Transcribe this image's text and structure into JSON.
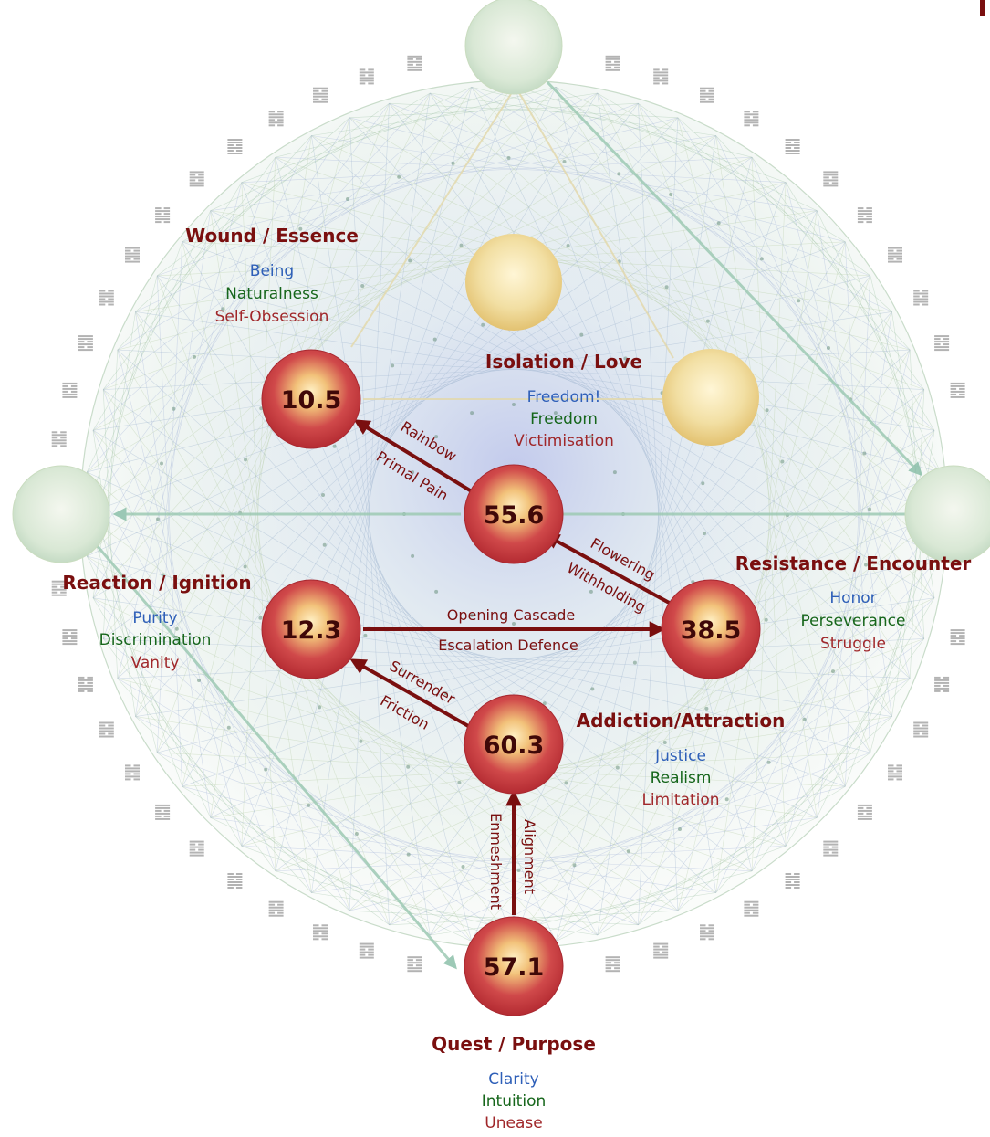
{
  "colors": {
    "title": "#7a0f0f",
    "quality_1": "#2e5fb8",
    "quality_2": "#16661b",
    "quality_3": "#a0272a",
    "node_fill": "#c73a3f",
    "arrow": "#7a0f0f"
  },
  "groups": {
    "wound": {
      "title": "Wound / Essence",
      "q1": "Being",
      "q2": "Naturalness",
      "q3": "Self-Obsession"
    },
    "isolation": {
      "title": "Isolation / Love",
      "q1": "Freedom!",
      "q2": "Freedom",
      "q3": "Victimisation"
    },
    "reaction": {
      "title": "Reaction / Ignition",
      "q1": "Purity",
      "q2": "Discrimination",
      "q3": "Vanity"
    },
    "resistance": {
      "title": "Resistance / Encounter",
      "q1": "Honor",
      "q2": "Perseverance",
      "q3": "Struggle"
    },
    "addiction": {
      "title": "Addiction/Attraction",
      "q1": "Justice",
      "q2": "Realism",
      "q3": "Limitation"
    },
    "quest": {
      "title": "Quest / Purpose",
      "q1": "Clarity",
      "q2": "Intuition",
      "q3": "Unease"
    }
  },
  "nodes": {
    "n10_5": "10.5",
    "n55_6": "55.6",
    "n12_3": "12.3",
    "n38_5": "38.5",
    "n60_3": "60.3",
    "n57_1": "57.1"
  },
  "edges": {
    "e55_10": {
      "top": "Rainbow",
      "bottom": "Primal Pain"
    },
    "e38_55": {
      "top": "Flowering",
      "bottom": "Withholding"
    },
    "e12_38": {
      "top": "Opening Cascade",
      "bottom": "Escalation Defence"
    },
    "e60_12": {
      "top": "Surrender",
      "bottom": "Friction"
    },
    "e57_60": {
      "left": "Enmeshment",
      "right": "Alignment"
    }
  }
}
